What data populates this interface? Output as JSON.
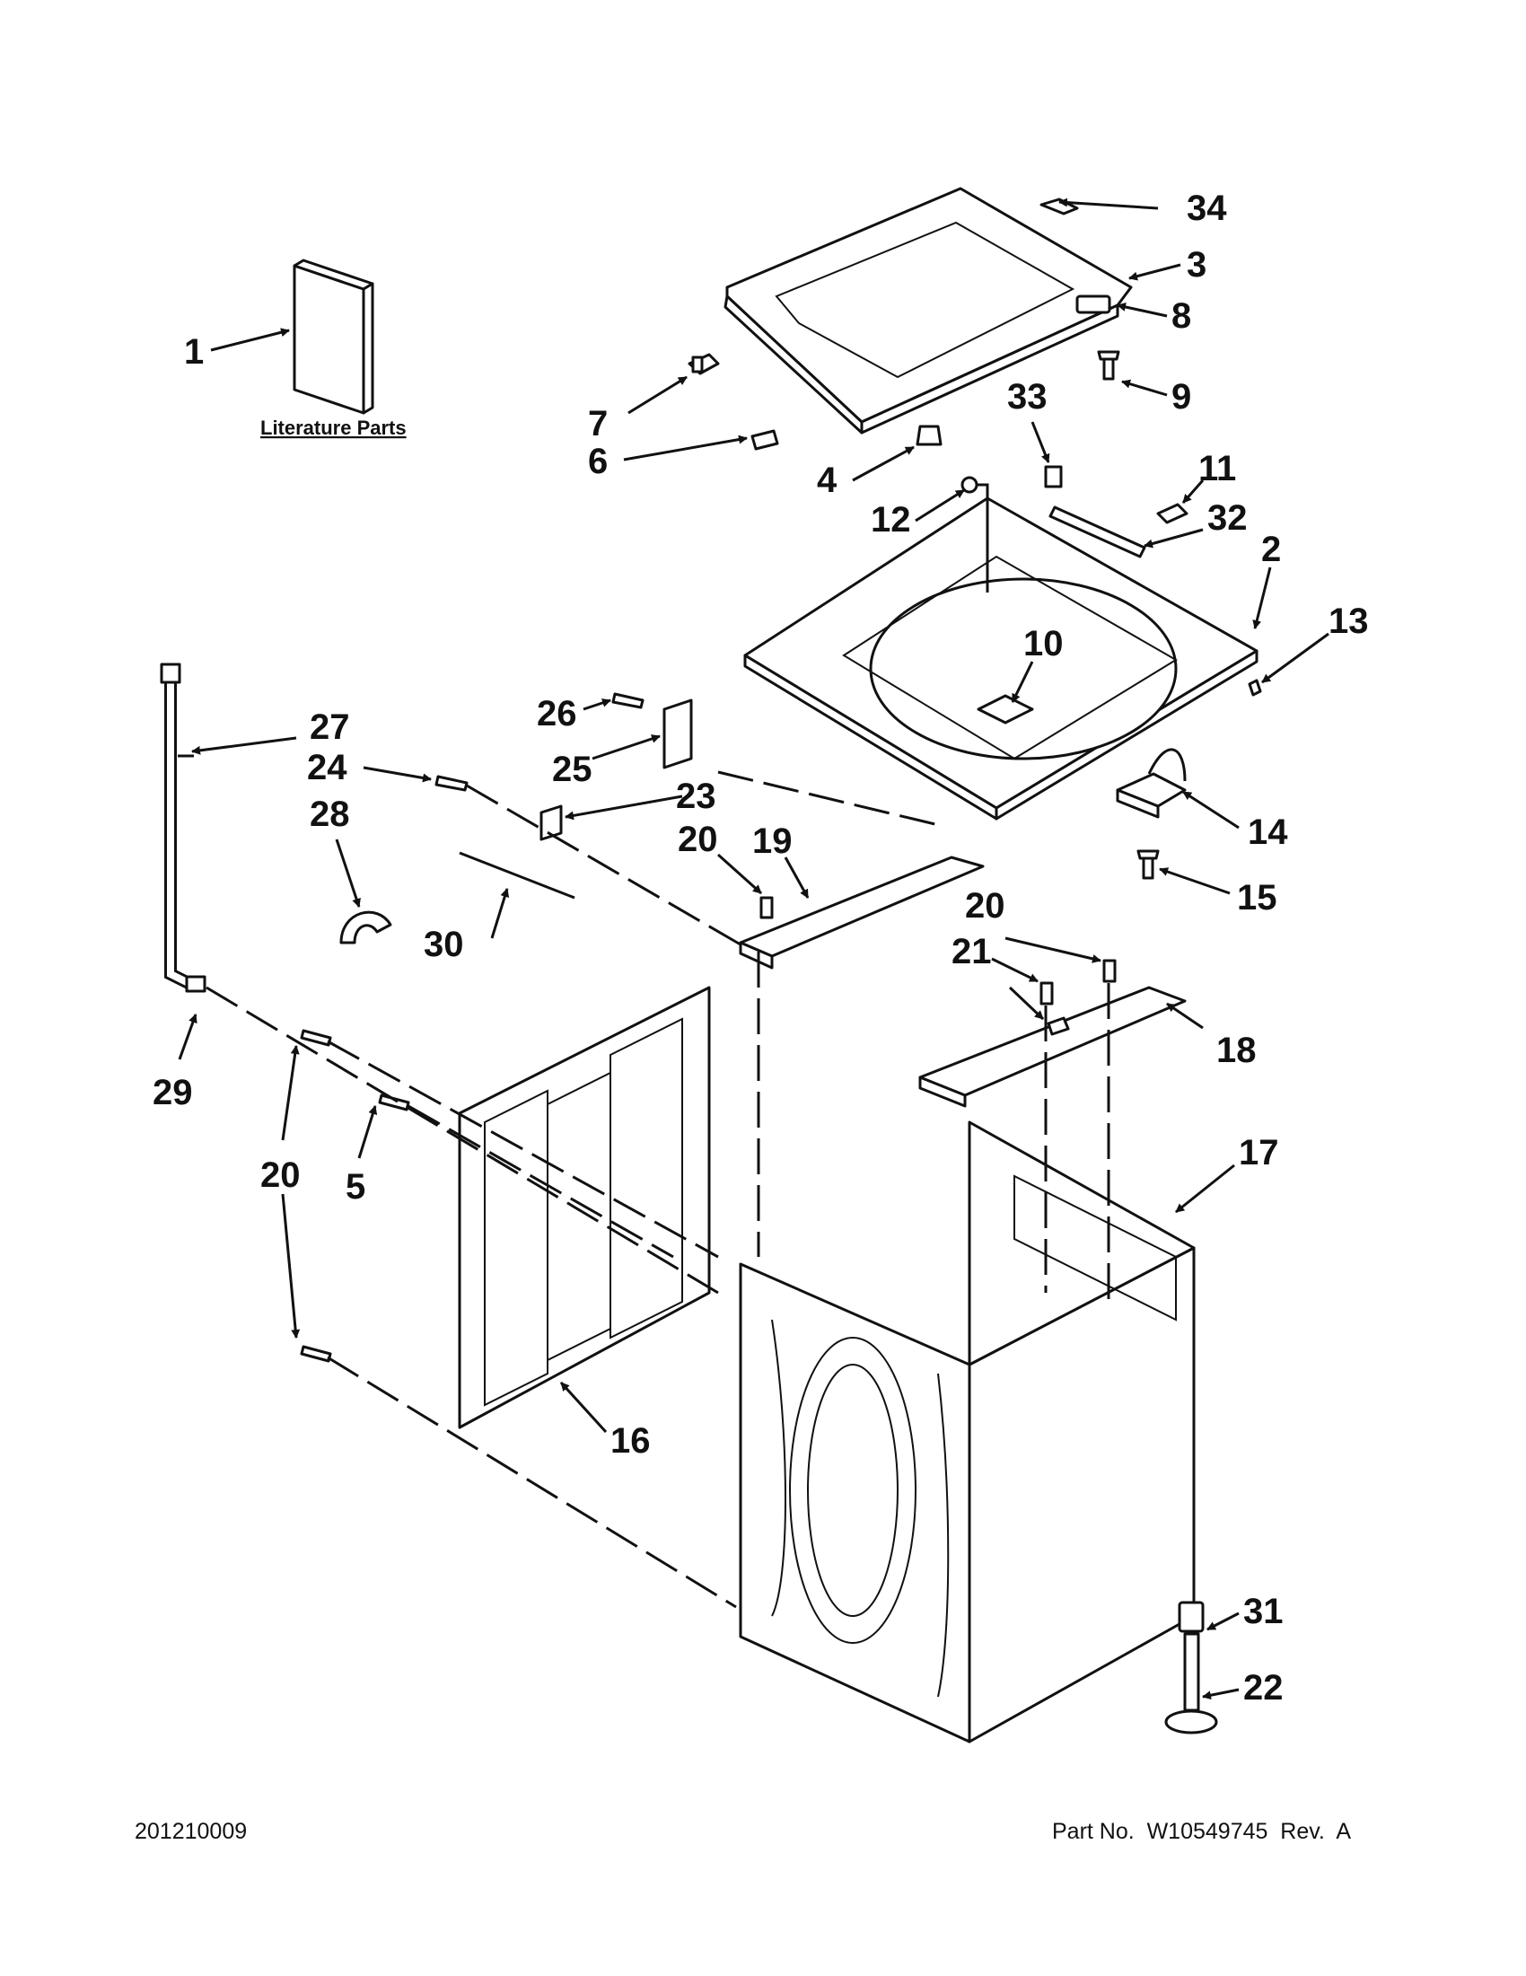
{
  "literature_label": "Literature Parts",
  "footer": {
    "code": "201210009",
    "part_no": "Part No.  W10549745  Rev.  A"
  },
  "callouts": {
    "c1": "1",
    "c2": "2",
    "c3": "3",
    "c4": "4",
    "c5": "5",
    "c6": "6",
    "c7": "7",
    "c8": "8",
    "c9": "9",
    "c10": "10",
    "c11": "11",
    "c12": "12",
    "c13": "13",
    "c14": "14",
    "c15": "15",
    "c16": "16",
    "c17": "17",
    "c18": "18",
    "c19": "19",
    "c20a": "20",
    "c20b": "20",
    "c20c": "20",
    "c21": "21",
    "c22": "22",
    "c23": "23",
    "c24": "24",
    "c25": "25",
    "c26": "26",
    "c27": "27",
    "c28": "28",
    "c29": "29",
    "c30": "30",
    "c31": "31",
    "c32": "32",
    "c33": "33",
    "c34": "34"
  }
}
